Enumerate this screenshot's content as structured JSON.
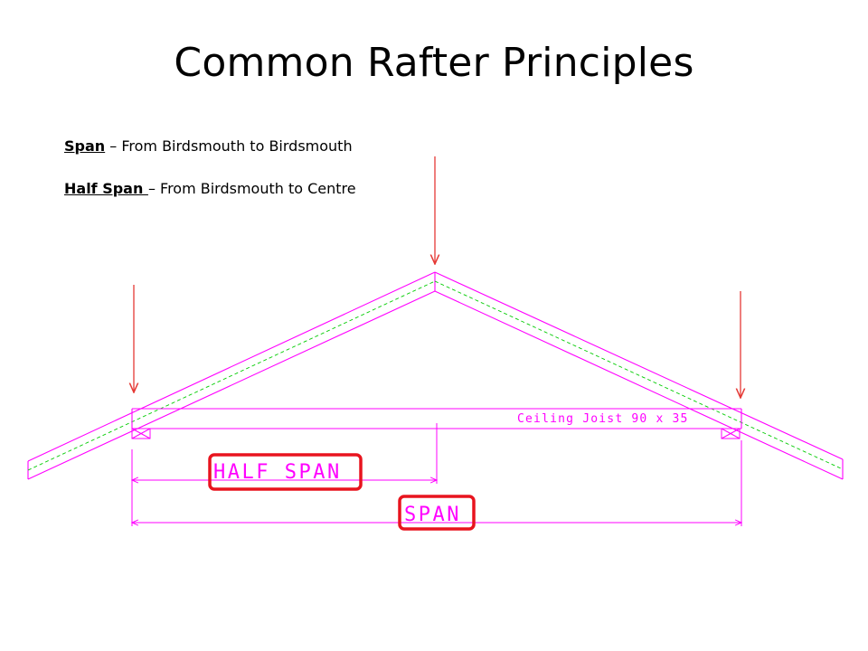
{
  "slide": {
    "title": "Common Rafter Principles"
  },
  "definitions": [
    {
      "term": "Span",
      "text": " – From Birdsmouth to Birdsmouth"
    },
    {
      "term": "Half Span ",
      "text": "– From Birdsmouth to Centre"
    }
  ],
  "diagram": {
    "ceiling_joist_label": "Ceiling Joist 90 x 35",
    "half_span_label": "HALF SPAN",
    "span_label": "SPAN",
    "colors": {
      "framing": "#ff00ff",
      "centerline": "#00cc00",
      "arrow": "#e53935",
      "highlight": "#e8141e"
    }
  }
}
